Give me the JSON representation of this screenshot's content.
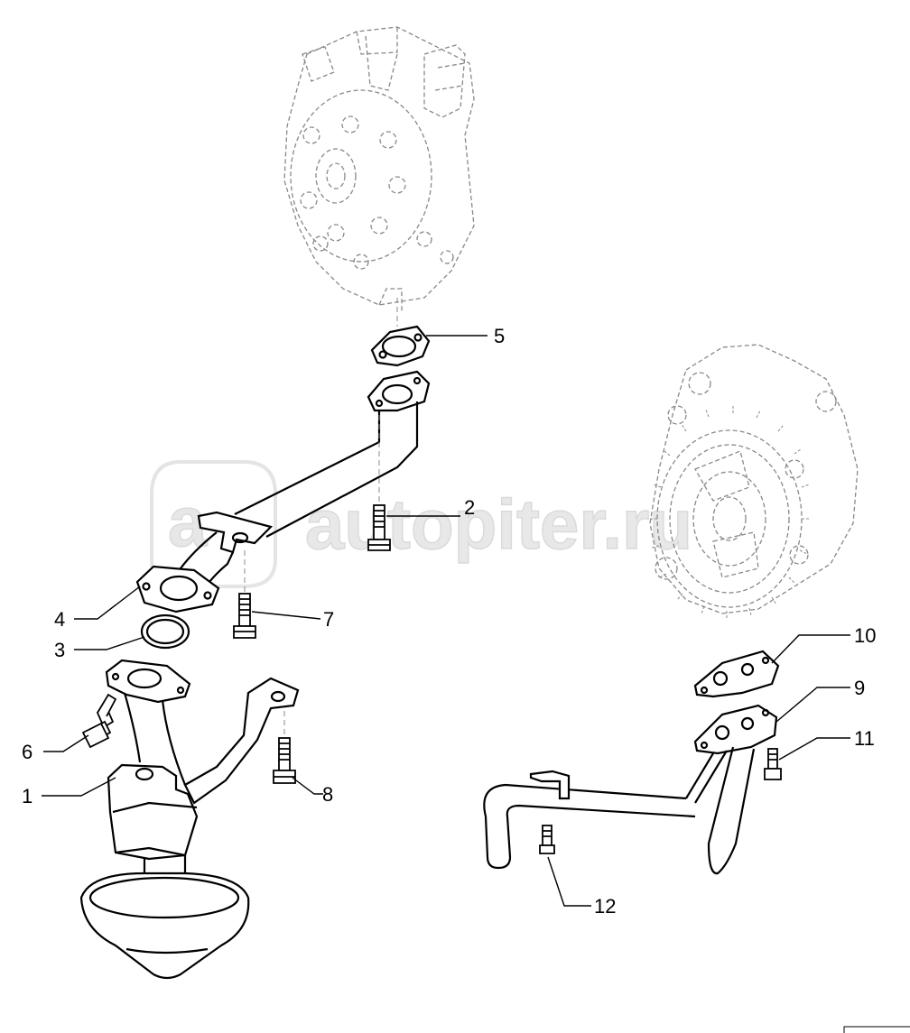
{
  "watermark": {
    "text": "autopiter.ru",
    "color": "#d9d9d9"
  },
  "colors": {
    "line": "#000000",
    "ghost": "#888888",
    "paper": "#ffffff"
  },
  "callouts": [
    {
      "id": "1",
      "label": "1"
    },
    {
      "id": "2",
      "label": "2"
    },
    {
      "id": "3",
      "label": "3"
    },
    {
      "id": "4",
      "label": "4"
    },
    {
      "id": "5",
      "label": "5"
    },
    {
      "id": "6",
      "label": "6"
    },
    {
      "id": "7",
      "label": "7"
    },
    {
      "id": "8",
      "label": "8"
    },
    {
      "id": "9",
      "label": "9"
    },
    {
      "id": "10",
      "label": "10"
    },
    {
      "id": "11",
      "label": "11"
    },
    {
      "id": "12",
      "label": "12"
    }
  ]
}
